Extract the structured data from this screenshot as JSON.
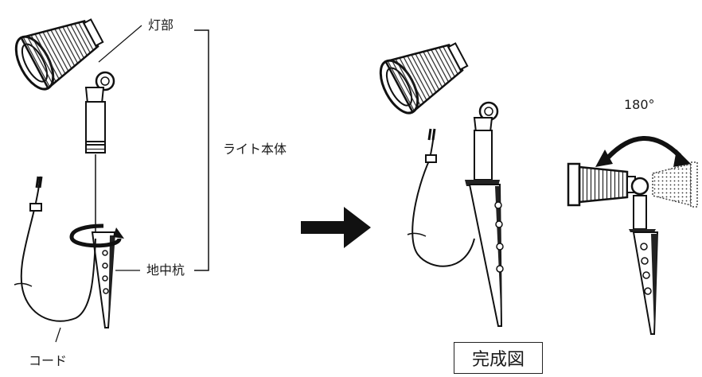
{
  "labels": {
    "lamp_part": "灯部",
    "light_body": "ライト本体",
    "ground_stake": "地中杭",
    "cord": "コード",
    "rotation": "180°",
    "completed": "完成図"
  }
}
